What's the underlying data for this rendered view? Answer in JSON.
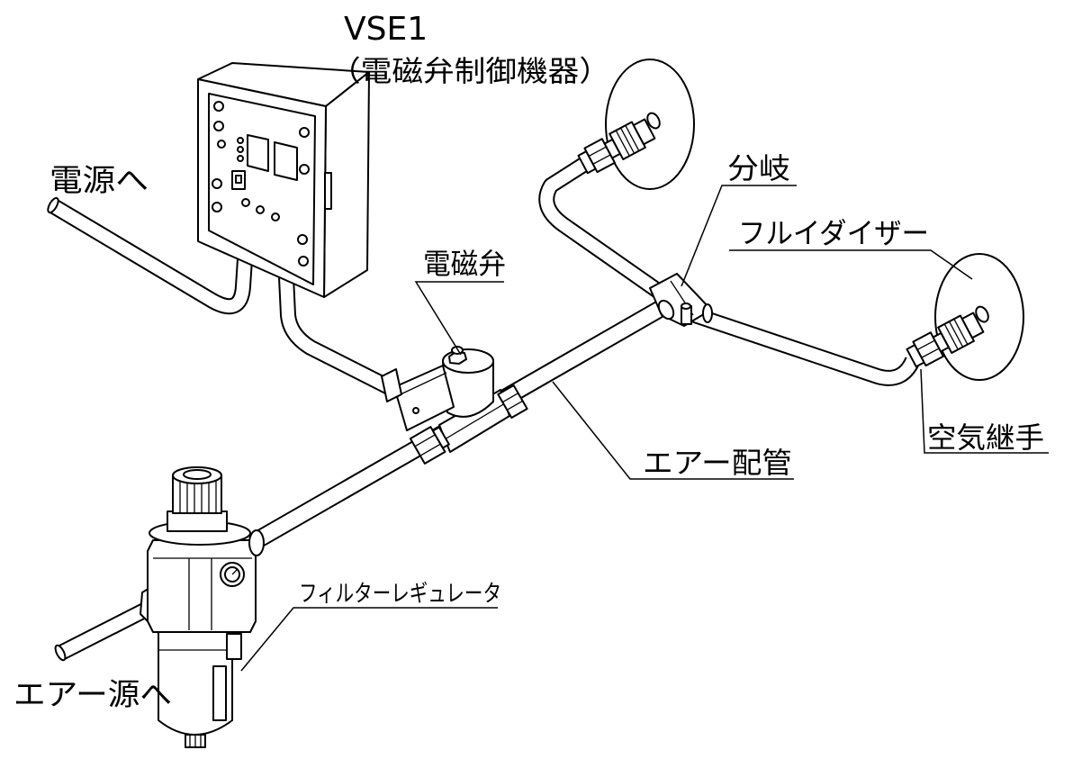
{
  "labels": {
    "vse_title": "VSE1",
    "vse_subtitle": "（電磁弁制御機器）",
    "power": "電源へ",
    "solenoid": "電磁弁",
    "branch": "分岐",
    "fluidizer": "フルイダイザー",
    "coupling": "空気継手",
    "air_pipe": "エアー配管",
    "filter_regulator": "フィルターレギュレータ",
    "air_source": "エアー源へ"
  }
}
